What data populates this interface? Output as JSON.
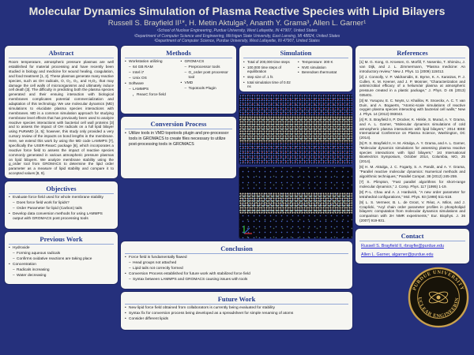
{
  "header": {
    "title": "Molecular Dynamics Simulation of Plasma Reactive Species with Lipid Bilayers",
    "authors": "Russell S. Brayfield II¹*, H. Metin Aktulga², Ananth Y. Grama³, Allen L. Garner¹",
    "affiliations": [
      "¹School of Nuclear Engineering, Purdue University, West Lafayette, IN 47907, United States",
      "²Department of Computer Science and Engineering, Michigan State University, East Lansing, MI 48824, United States",
      "³Department of Computer Science, Purdue University, West Lafayette, IN 47907, United States"
    ]
  },
  "abstract": {
    "heading": "Abstract",
    "text": "Room temperature, atmospheric pressure plasmas are well established for material processing and have recently been studied in biology and medicine for wound healing, coagulation, and food treatment [1, 2]. These plasmas generate many reactive species, such as OH radicals, O, O₂, O₃, and H₂O₂, that may damage the cell walls of microorganisms and ultimately induce cell death [3]. The difficulty in predicting both the plasma species generated and their ensuing interaction with biological membranes complicates potential commercialization and adaptation of this technology. We use molecular dynamics (MD) simulations to elucidate plasma species interactions with membranes. MD is a common simulation approach for studying membrane level effects that has previously been used to analyze reactive species interactions with bacterial cell wall proteins [3] and to assess the impact of OH radicals on a full lipid bilayer using PuReMD [4, 5]; however, this study only provided a very cursory review of the impacts on bond lengths in the membrane. Here, we extend this work by using the MD code LAMMPS [7], specifically the USER-ReaxC package [6], which incorporates a reactive force field to assess the impact of reactive species commonly generated in various atmospheric pressure plasmas on lipid bilayers. We analyze membrane stability using the g_order tool from GROMACS to determine the lipid order parameter as a measure of lipid stability and compare it to accepted values [8, 9]."
  },
  "objectives": {
    "heading": "Objectives",
    "items": [
      {
        "t": "Evaluate force field used for whole membrane stability",
        "l": 0
      },
      {
        "t": "Does force field work for lipids?",
        "l": 1
      },
      {
        "t": "Order Parameter for lipid (Carbon) tails",
        "l": 1
      },
      {
        "t": "Develop data conversion methods for using LAMMPS output with GROMACS post processing tools",
        "l": 0
      }
    ]
  },
  "previous_work": {
    "heading": "Previous Work",
    "items": [
      {
        "t": "Hydroxide",
        "l": 0
      },
      {
        "t": "Forming aqueous radicals",
        "l": 1
      },
      {
        "t": "Confirms oxidative reactions are taking place",
        "l": 1
      },
      {
        "t": "Concentration",
        "l": 0
      },
      {
        "t": "Radicals increasing",
        "l": 1
      },
      {
        "t": "Water decreasing",
        "l": 1
      }
    ]
  },
  "methods": {
    "heading": "Methods",
    "col1": [
      {
        "t": "Workstation utilizing",
        "l": 0
      },
      {
        "t": "64 GB RAM",
        "l": 1
      },
      {
        "t": "Intel i7",
        "l": 1
      },
      {
        "t": "Unix OS",
        "l": 1
      },
      {
        "t": "Software",
        "l": 0
      },
      {
        "t": "LAMMPS",
        "l": 1
      },
      {
        "t": "ReaxC force field",
        "l": 2
      }
    ],
    "col2": [
      {
        "t": "GROMACS",
        "l": 0
      },
      {
        "t": "Preprocessor tools",
        "l": 1
      },
      {
        "t": "G_order post processor tool",
        "l": 1
      },
      {
        "t": "VMD",
        "l": 0
      },
      {
        "t": "Topotools Plugin",
        "l": 1
      }
    ]
  },
  "conversion": {
    "heading": "Conversion Process",
    "items": [
      {
        "t": "Utilize tools in VMD topotools plugin and pre-processor tools in GROMACS to create files necessary to utilize post-processing tools in GROMACS",
        "l": 0
      }
    ]
  },
  "simulation": {
    "heading": "Simulation",
    "col1": [
      {
        "t": "Total of 200,000 time steps",
        "l": 0
      },
      {
        "t": "100,000 time steps of equilibration",
        "l": 0
      },
      {
        "t": "step size of .1 fs",
        "l": 0
      },
      {
        "t": "total simulation time of 0.02 ns",
        "l": 0
      }
    ],
    "col2": [
      {
        "t": "Temperature: 300 K",
        "l": 0
      },
      {
        "t": "NVE simulation",
        "l": 0
      },
      {
        "t": "Berendsen thermostat",
        "l": 0
      }
    ]
  },
  "conclusion": {
    "heading": "Conclusion",
    "items": [
      {
        "t": "Force field is fundamentally flawed",
        "l": 0
      },
      {
        "t": "Head groups not attached",
        "l": 1
      },
      {
        "t": "Lipid tails not correctly formed",
        "l": 1
      },
      {
        "t": "Conversion Process established for future work with stabilized force field",
        "l": 0
      },
      {
        "t": "Syntax between LAMMPS and GROMACS causing issues with tools",
        "l": 1
      }
    ]
  },
  "future_work": {
    "heading": "Future Work",
    "items": [
      {
        "t": "New lipid force field obtained from collaborators is currently being evaluated for stability",
        "l": 0
      },
      {
        "t": "Syntax fix for conversion process being developed as a spreadsheet for simple renaming of atoms",
        "l": 0
      },
      {
        "t": "Consider different lipids",
        "l": 0
      }
    ]
  },
  "references": {
    "heading": "References",
    "items": [
      "[1] M. G. Kong, G. Kroesen, G. Morfill, T. Nosenko, T. Shimizu, J. van Dijk, and J. L. Zimmermann, \"Plasma medicine: An introductory review,\" New J. Phys. 11 (2009) 115012.",
      "[2] J. Connolly, V. P. Valdramidis, E. Byrne, K. A. Karatzas, P. J. Cullen, K. M. Keener, and J. P. Mosnier, \"Characterization and antimicrobial efficacy of a helium/air plasma at atmospheric pressure created in a plastic package,\" J. Phys. D 46 (2013) 035401.",
      "[3] M. Yusupov, E. C. Neyts, U. Khalilov, R. Snoeckx, A. C. T. van Duin, and A. Bogaerts, \"Atomic-scale simulations of reactive oxygen plasma species interacting with bacterial cell walls,\" New J. Phys. 14 (2012) 093043.",
      "[4] R. S. Brayfield II, P. Drocker, K. Hinkle, S. Murad, A. Y. Grama, and A. L. Garner, \"Molecular dynamics simulations of cold atmospheric plasma interactions with lipid bilayers,\" 2014 IEEE International Conference on Plasma Science, Washington, DC (2014).",
      "[5] R. S. Brayfield II, H. M. Aktulga, A. Y. Grama, and A. L. Garner, \"Molecular dynamics simulations for assessing plasma reactive species interactions with lipid bilayers,\" 1st International Bioelectrics Symposium, October 2014, Columbia, MO, 25 (2014).",
      "[6] H. M. Aktulga, J. C. Fogarty, S. A. Pandit, and A. Y. Grama, \"Parallel reactive molecular dynamics: Numerical methods and algorithmic techniques,\" Parallel Comput. 38 (2012) 245-259.",
      "[7] S. Plimpton, \"Fast parallel algorithms for short-range molecular dynamics,\" J. Comp. Phys. 117 (1995) 1-19.",
      "[8] P.-L. Chau and A. J. Hardwick, \"A new order parameter for tetrahedral configurations,\" Mol. Phys. 93 (1998) 511-518.",
      "[9] L. S. Vermeer, B. L. de Groot, V. Réat, A. Milon, and J. Czaplicki, \"Acyl chain order parameter profiles in phospholipid bilayers: computation from molecular dynamics simulations and comparison with 2H NMR experiments,\" Eur. Biophys. J. 36 (2007) 919-931."
    ]
  },
  "contact": {
    "heading": "Contact",
    "links": [
      {
        "label": "Russell S. Brayfield II, rbrayfie@purdue.edu"
      },
      {
        "label": "Allen L. Garner, algarner@purdue.edu"
      }
    ]
  },
  "seal": {
    "top_text": "PURDUE UNIVERSITY",
    "bottom_text": "NUCLEAR ENGINEERING"
  },
  "colors": {
    "background": "#25307c",
    "heading": "#233a8c",
    "link": "#2020cc",
    "seal_gold": "#d8b35e"
  }
}
